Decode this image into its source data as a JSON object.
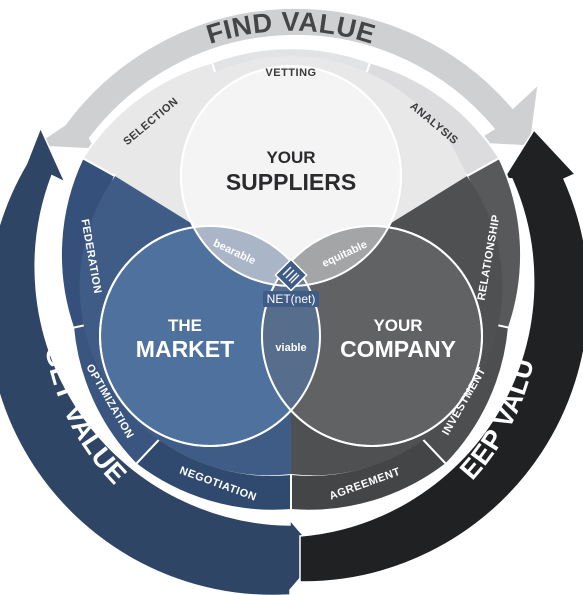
{
  "arcs": {
    "find_value": "FIND VALUE",
    "get_value": "GET VALUE",
    "keep_value": "KEEP VALUE"
  },
  "segments": {
    "vetting": "VETTING",
    "analysis": "ANALYSIS",
    "relationship": "RELATIONSHIP",
    "investment": "INVESTMENT",
    "agreement": "AGREEMENT",
    "negotiation": "NEGOTIATION",
    "optimization": "OPTIMIZATION",
    "federation": "FEDERATION",
    "selection": "SELECTION"
  },
  "circles": {
    "suppliers": {
      "line1": "YOUR",
      "line2": "SUPPLIERS"
    },
    "market": {
      "line1": "THE",
      "line2": "MARKET"
    },
    "company": {
      "line1": "YOUR",
      "line2": "COMPANY"
    }
  },
  "overlaps": {
    "bearable": "bearable",
    "equitable": "equitable",
    "viable": "viable"
  },
  "logo": {
    "text": "NET(net)"
  },
  "colors": {
    "find_arc": "#cfd0d2",
    "get_arc": "#2f4566",
    "keep_arc": "#1f2123",
    "suppliers_fill": "#f2f2f3",
    "market_fill": "#4e709c",
    "company_fill": "#5f6062"
  }
}
